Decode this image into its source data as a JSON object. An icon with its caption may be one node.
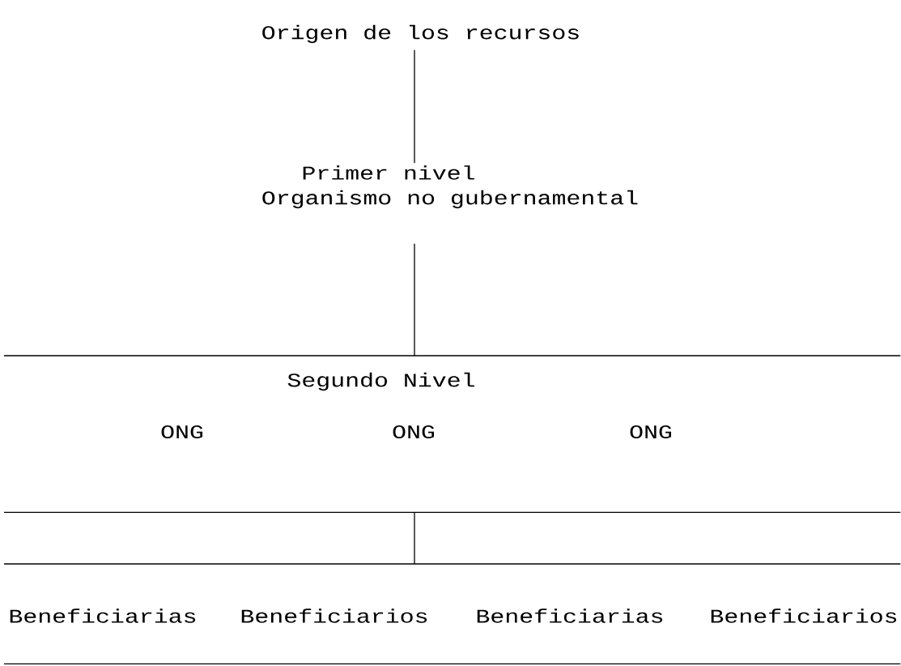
{
  "diagram": {
    "nodes": [
      {
        "text": [
          "Origen de los recursos"
        ]
      },
      {
        "text": [
          "Primer nivel",
          "Organismo no gubernamental"
        ]
      },
      {
        "text": [
          "Segundo Nivel"
        ]
      },
      {
        "text": [
          "ONG"
        ],
        "in": 2
      },
      {
        "text": [
          "ONG"
        ],
        "in": 2
      },
      {
        "text": [
          "ONG"
        ],
        "in": 2
      },
      {
        "text": [],
        "shape": "band"
      },
      {
        "text": [
          "Beneficiarias"
        ],
        "in": 6
      },
      {
        "text": [
          "Beneficiarios"
        ],
        "in": 6
      },
      {
        "text": [
          "Beneficiarias"
        ],
        "in": 6
      },
      {
        "text": [
          "Beneficiarios"
        ],
        "in": 6
      }
    ],
    "edges": [
      {
        "from": 0,
        "to": 1,
        "arrow": "none"
      },
      {
        "from": 1,
        "to": 2,
        "arrow": "none"
      },
      {
        "from": 2,
        "to": 6,
        "arrow": "none"
      }
    ]
  }
}
